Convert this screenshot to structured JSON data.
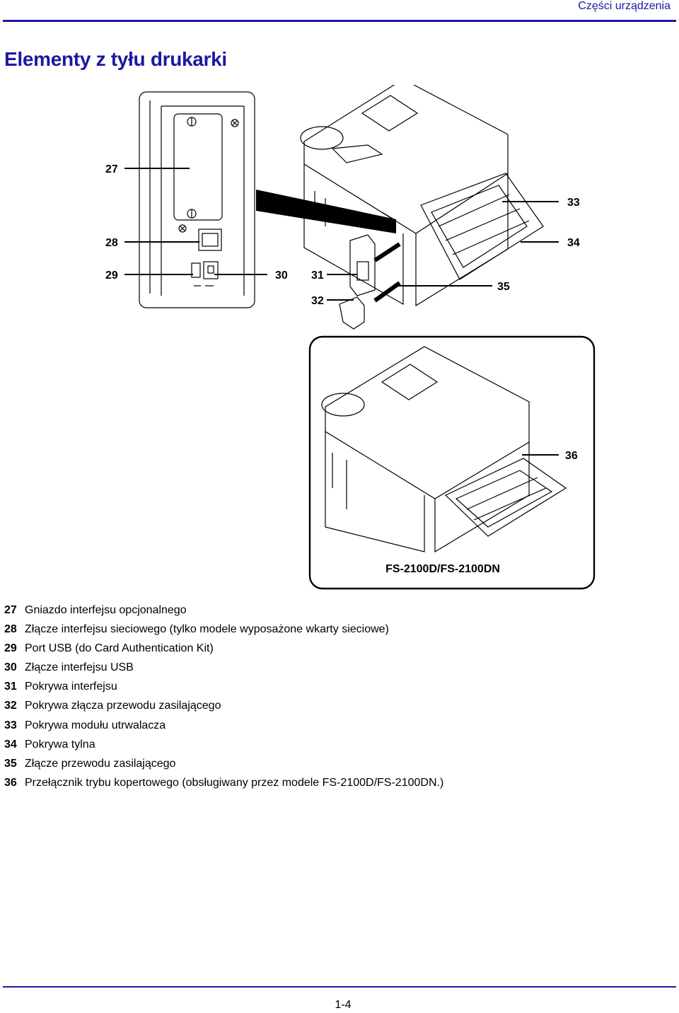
{
  "header": {
    "section": "Części urządzenia"
  },
  "page": {
    "title": "Elementy z tyłu drukarki",
    "number": "1-4"
  },
  "figure": {
    "callouts": [
      "27",
      "28",
      "29",
      "30",
      "31",
      "32",
      "33",
      "34",
      "35",
      "36"
    ],
    "model_label": "FS-2100D/FS-2100DN"
  },
  "legend": [
    {
      "num": "27",
      "text": "Gniazdo interfejsu opcjonalnego"
    },
    {
      "num": "28",
      "text": "Złącze interfejsu sieciowego (tylko modele wyposażone wkarty sieciowe)"
    },
    {
      "num": "29",
      "text": "Port USB (do Card Authentication Kit)"
    },
    {
      "num": "30",
      "text": "Złącze interfejsu USB"
    },
    {
      "num": "31",
      "text": "Pokrywa interfejsu"
    },
    {
      "num": "32",
      "text": "Pokrywa złącza przewodu zasilającego"
    },
    {
      "num": "33",
      "text": "Pokrywa modułu utrwalacza"
    },
    {
      "num": "34",
      "text": "Pokrywa tylna"
    },
    {
      "num": "35",
      "text": "Złącze przewodu zasilającego"
    },
    {
      "num": "36",
      "text": "Przełącznik trybu kopertowego (obsługiwany przez modele FS-2100D/FS-2100DN.)"
    }
  ],
  "colors": {
    "accent": "#1a1aa0"
  }
}
